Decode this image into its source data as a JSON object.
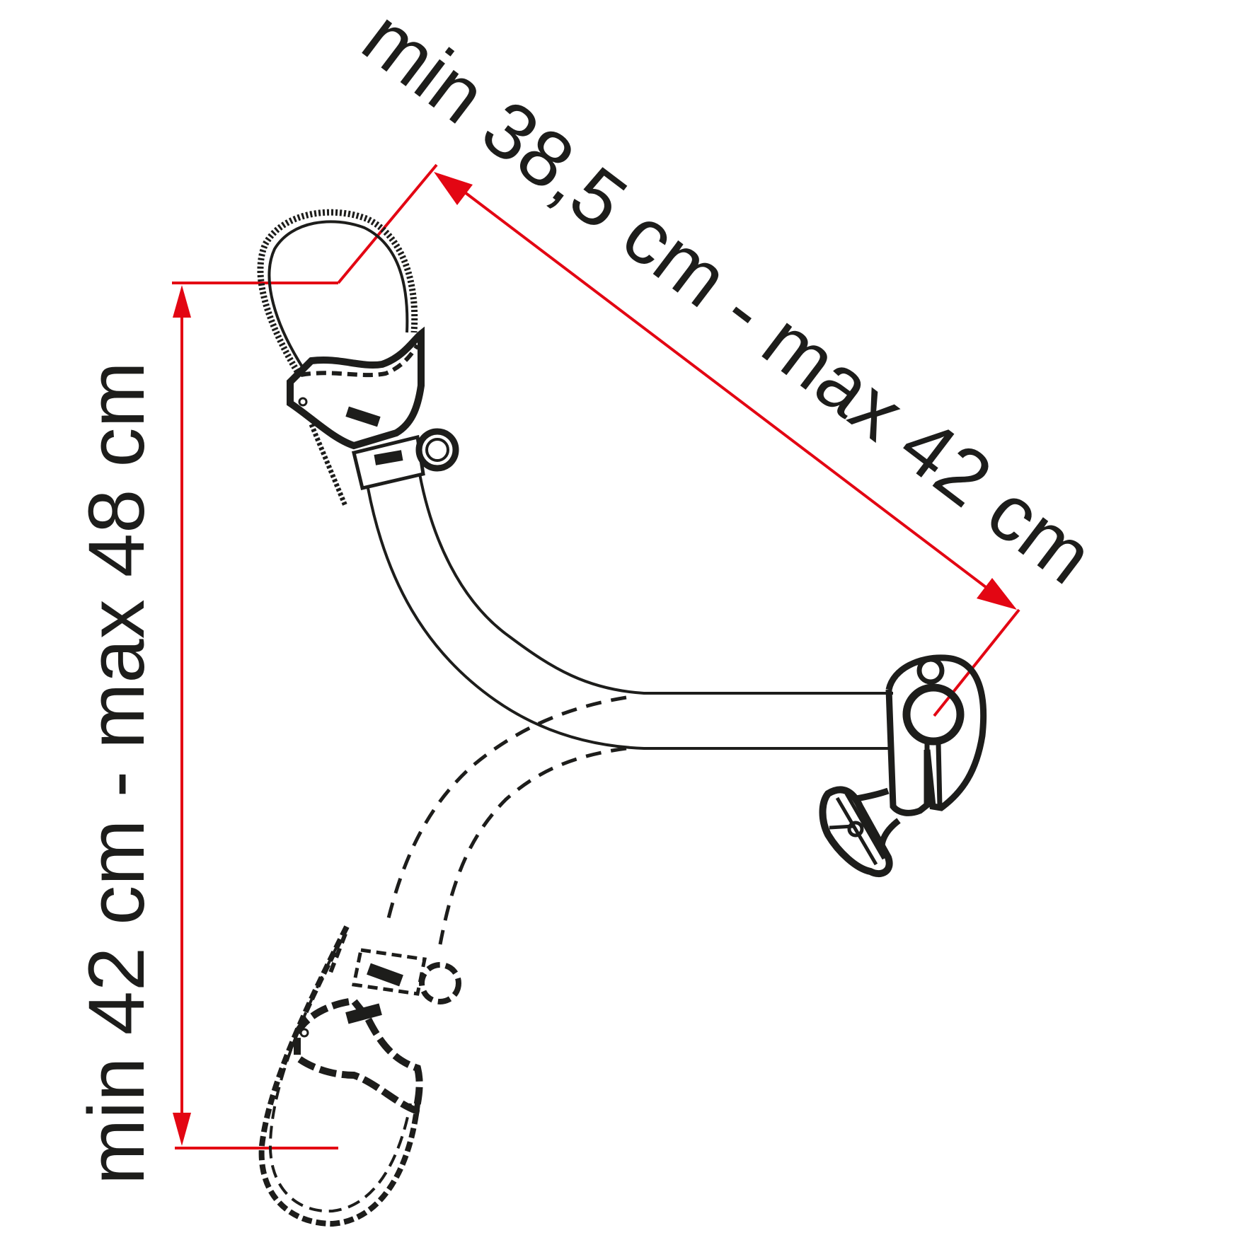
{
  "diagram": {
    "subject": "bike-holder-arm-adjustment",
    "colors": {
      "dimension_line": "#e30613",
      "drawing_ink": "#1d1d1b",
      "background": "#ffffff"
    },
    "dimensions": {
      "diagonal": {
        "label": "min 38,5 cm - max 42 cm",
        "min_value": "38,5",
        "max_value": "42",
        "unit": "cm"
      },
      "vertical": {
        "label": "min 42 cm - max 48 cm",
        "min_value": "42",
        "max_value": "48",
        "unit": "cm"
      }
    },
    "parts": {
      "upper_arm_position": "solid",
      "lower_arm_position": "dashed",
      "clamp_knob": "mount-clamp-with-knob",
      "wheel_strap": "ratchet-strap"
    }
  }
}
